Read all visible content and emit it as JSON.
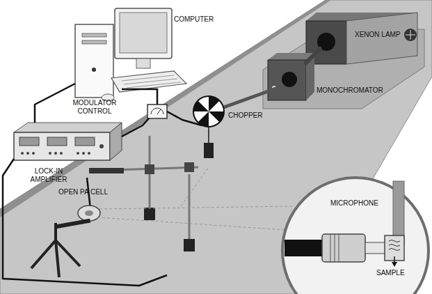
{
  "diagram": {
    "nodes": [
      {
        "text": [
          "MICROPHONE",
          "SAMPLE"
        ]
      }
    ],
    "labels": [
      "COMPUTER",
      "XENON LAMP",
      "MONOCHROMATOR",
      "MODULATOR CONTROL",
      "CHOPPER",
      "LOCK-IN AMPLIFIER",
      "OPEN PA CELL"
    ]
  }
}
